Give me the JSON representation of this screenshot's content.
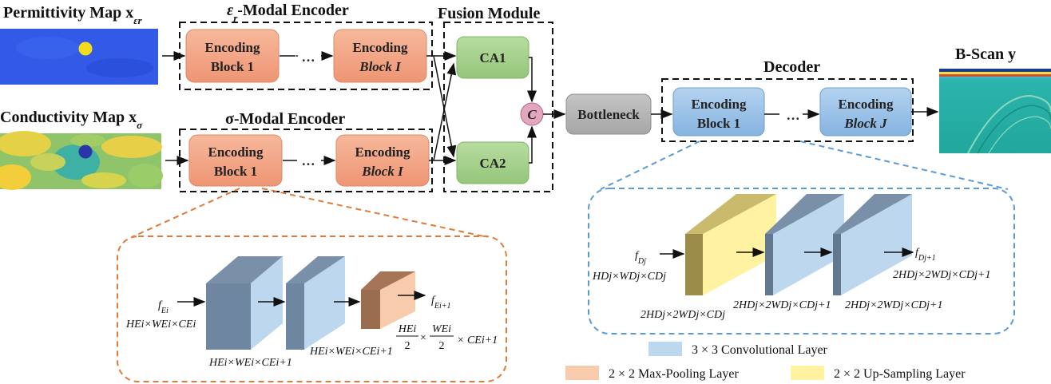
{
  "titles": {
    "permittivity_map": "Permittivity Map x",
    "permittivity_sub": "εr",
    "conductivity_map": "Conductivity Map x",
    "conductivity_sub": "σ",
    "eps_encoder_a": "ε",
    "eps_encoder_sub": "r",
    "eps_encoder_b": "-Modal Encoder",
    "sigma_encoder": "σ-Modal Encoder",
    "fusion_module": "Fusion Module",
    "decoder": "Decoder",
    "bscan": "B-Scan y"
  },
  "blocks": {
    "enc_label": "Encoding",
    "block1": "Block 1",
    "blockI": "Block I",
    "blockJ": "Block J",
    "ellipsis": "…",
    "ca1": "CA1",
    "ca2": "CA2",
    "concat": "C",
    "bottleneck": "Bottleneck"
  },
  "encoder_detail": {
    "input_f": "f",
    "input_sub": "Ei",
    "input_dim": "HEi×WEi×CEi",
    "conv1_dim": "HEi×WEi×CEi+1",
    "conv2_dim": "HEi×WEi×CEi+1",
    "output_f": "f",
    "output_sub": "Ei+1",
    "pool_dim_a": "HEi",
    "pool_dim_b": "WEi",
    "pool_dim_c": "× CEi+1",
    "two": "2"
  },
  "decoder_detail": {
    "input_f": "f",
    "input_sub": "Dj",
    "input_dim": "HDj×WDj×CDj",
    "up_dim": "2HDj×2WDj×CDj",
    "conv1_dim": "2HDj×2WDj×CDj+1",
    "conv2_dim": "2HDj×2WDj×CDj+1",
    "output_f": "f",
    "output_sub": "Dj+1",
    "output_dim": "2HDj×2WDj×CDj+1"
  },
  "legend": {
    "conv": "3 × 3 Convolutional Layer",
    "maxpool": "2 × 2 Max-Pooling Layer",
    "upsample": "2 × 2 Up-Sampling Layer"
  },
  "colors": {
    "encoder_block": "#f3a98a",
    "ca_block": "#a9d18e",
    "bottleneck": "#b4b4b4",
    "decoder_block": "#9dc3e6",
    "concat": "#e6a8c0",
    "encoder_zoom": "#e07b39",
    "decoder_zoom": "#5b9bd5",
    "conv_layer": "#bdd7ee",
    "maxpool_layer": "#f8cbad",
    "upsample_layer": "#fff2a0"
  }
}
